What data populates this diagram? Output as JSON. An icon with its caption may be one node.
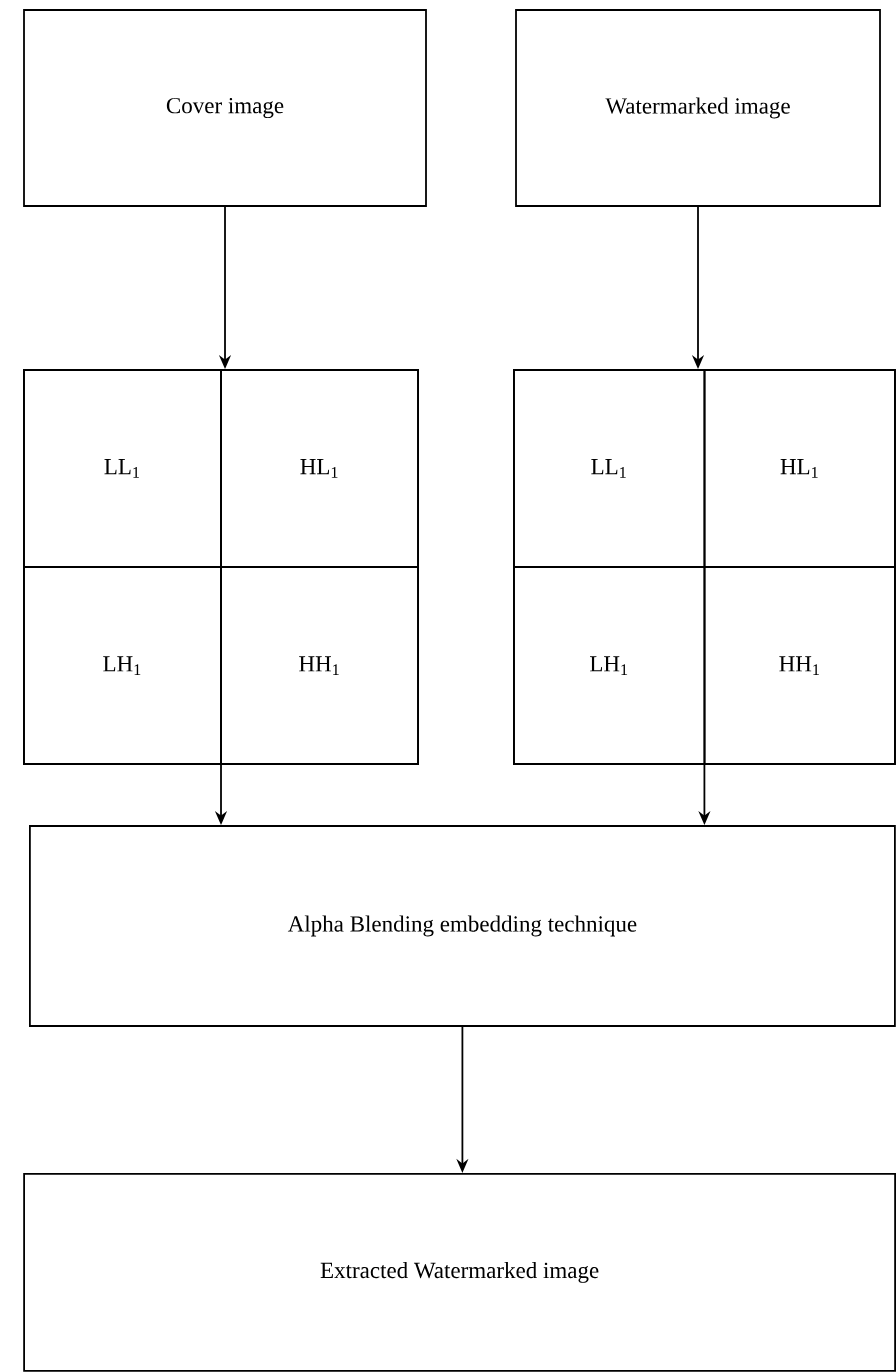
{
  "diagram": {
    "nodes": [
      {
        "text": [
          "Cover image"
        ]
      },
      {
        "text": [
          "Watermarked image"
        ]
      },
      {
        "text": [],
        "shape": "box"
      },
      {
        "text": [
          "LL$_{1}$"
        ],
        "in": 2
      },
      {
        "text": [
          "HL$_{1}$"
        ],
        "in": 2
      },
      {
        "text": [
          "LH$_{1}$"
        ],
        "in": 2
      },
      {
        "text": [
          "HH$_{1}$"
        ],
        "in": 2
      },
      {
        "text": [],
        "shape": "box"
      },
      {
        "text": [
          "LL$_{1}$"
        ],
        "in": 7
      },
      {
        "text": [
          "HL$_{1}$"
        ],
        "in": 7
      },
      {
        "text": [
          "LH$_{1}$"
        ],
        "in": 7
      },
      {
        "text": [
          "HH$_{1}$"
        ],
        "in": 7
      },
      {
        "text": [
          "Alpha Blending embedding technique"
        ]
      },
      {
        "text": [
          "Extracted Watermarked image"
        ]
      }
    ],
    "edges": [
      {
        "from": 0,
        "to": 2,
        "arrow": "to"
      },
      {
        "from": 1,
        "to": 7,
        "arrow": "to"
      },
      {
        "from": 2,
        "to": 12,
        "arrow": "to"
      },
      {
        "from": 7,
        "to": 12,
        "arrow": "to"
      },
      {
        "from": 12,
        "to": 13,
        "arrow": "to"
      }
    ]
  }
}
